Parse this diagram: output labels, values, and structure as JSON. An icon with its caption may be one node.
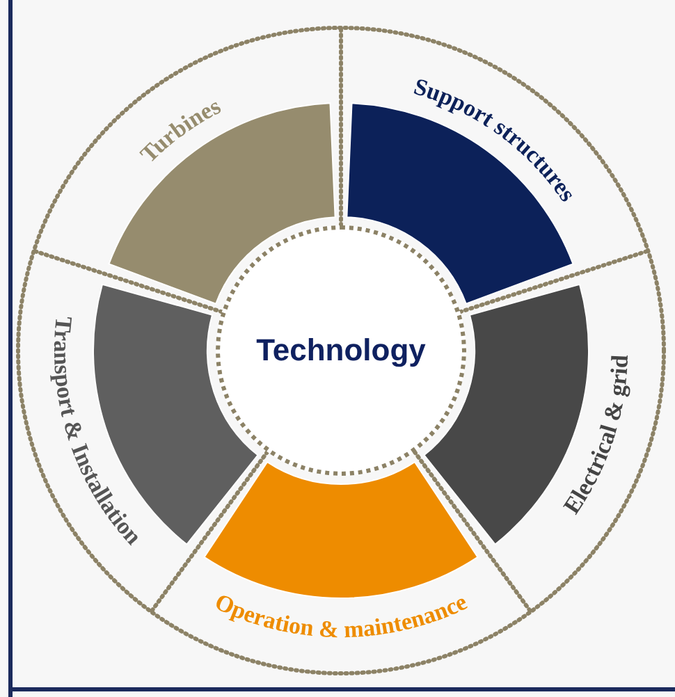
{
  "diagram": {
    "nodes": [
      {
        "text": [
          "Turbines"
        ]
      },
      {
        "text": [
          "Support structures"
        ]
      },
      {
        "text": [
          "Technology"
        ]
      },
      {
        "text": [
          "Transport & Installation"
        ]
      },
      {
        "text": [
          "Electrical & grid"
        ]
      },
      {
        "text": [
          "Operation & maintenance"
        ]
      }
    ]
  }
}
